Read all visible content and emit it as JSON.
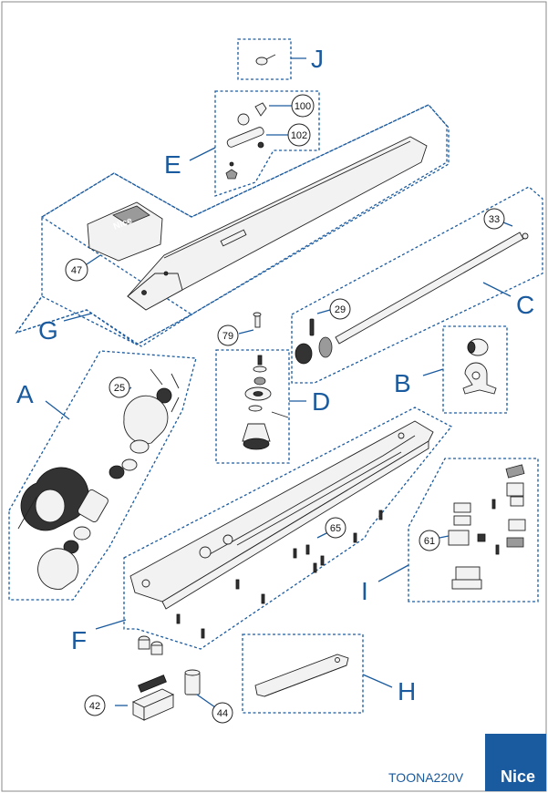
{
  "groups": {
    "A": "A",
    "B": "B",
    "C": "C",
    "D": "D",
    "E": "E",
    "F": "F",
    "G": "G",
    "H": "H",
    "I": "I",
    "J": "J"
  },
  "part_numbers": {
    "p25": "25",
    "p33": "33",
    "p29": "29",
    "p79": "79",
    "p100": "100",
    "p102": "102",
    "p47": "47",
    "p65": "65",
    "p61": "61",
    "p42": "42",
    "p44": "44"
  },
  "footer": {
    "model": "TOONA220V",
    "brand": "Nice",
    "cover_logo": "Nice"
  },
  "colors": {
    "group_outline": "#1a5a9e",
    "brand_box": "#1a5a9e"
  }
}
